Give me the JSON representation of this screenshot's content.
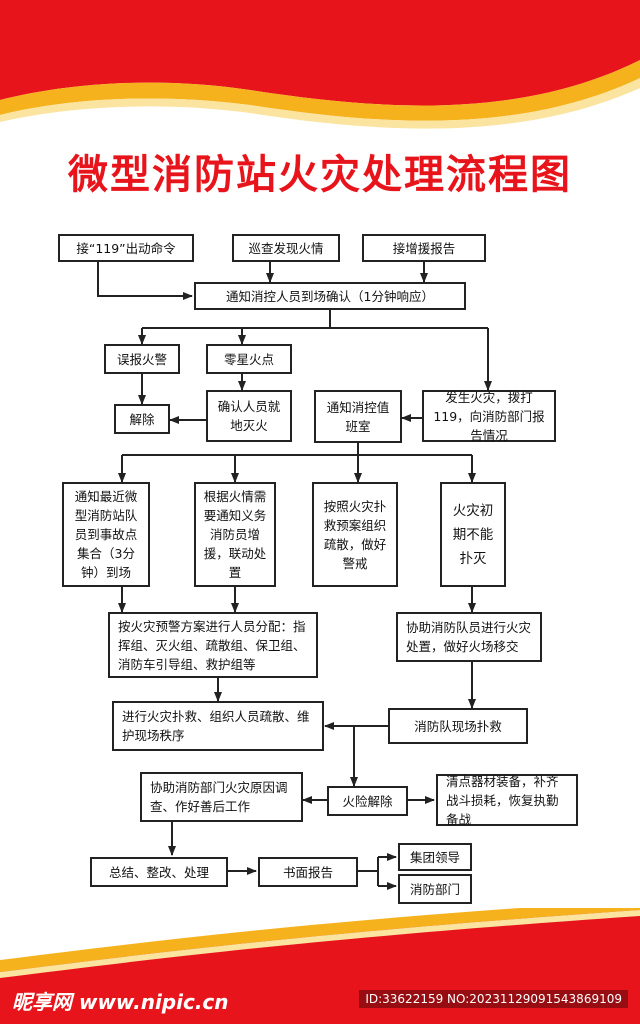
{
  "title": "微型消防站火灾处理流程图",
  "colors": {
    "accent_red": "#e8141b",
    "gold": "#f5b21c"
  },
  "nodes": {
    "receive_119": "接“119”出动命令",
    "patrol_fire": "巡查发现火情",
    "receive_report": "接增援报告",
    "notify_control": "通知消控人员到场确认（1分钟响应）",
    "false_alarm": "误报火警",
    "minor_fire": "零星火点",
    "dismiss": "解除",
    "extinguish": "确认人员就地灭火",
    "notify_duty": "通知消控值班室",
    "call_119": "发生火灾，拨打119，向消防部门报告情况",
    "gather_team": "通知最近微型消防站队员到事故点集合（3分钟）到场",
    "notify_volunteers": "根据火情需要通知义务消防员增援，联动处置",
    "evacuate": "按照火灾扑救预案组织疏散，做好警戒",
    "cannot_extinguish": "火灾初期不能扑灭",
    "assign_staff": "按火灾预警方案进行人员分配：指挥组、灭火组、疏散组、保卫组、消防车引导组、救护组等",
    "assist_transfer": "协助消防队员进行火灾处置，做好火场移交",
    "fight_fire": "进行火灾扑救、组织人员疏散、维护现场秩序",
    "brigade_rescue": "消防队现场扑救",
    "assist_investigation": "协助消防部门火灾原因调查、作好善后工作",
    "danger_lifted": "火险解除",
    "restock": "清点器材装备，补齐战斗损耗，恢复执勤备战",
    "summary": "总结、整改、处理",
    "written_report": "书面报告",
    "group_leader": "集团领导",
    "fire_department": "消防部门"
  },
  "watermark": {
    "left": "昵享网 www.nipic.cn",
    "right": "ID:33622159 NO:20231129091543869109"
  }
}
